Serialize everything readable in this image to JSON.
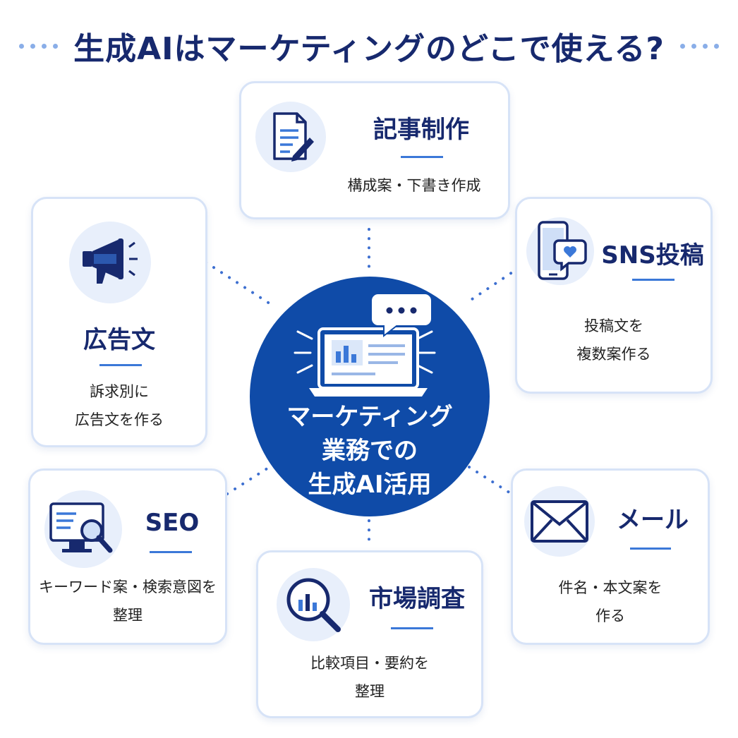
{
  "title": "生成AIはマーケティングのどこで使える?",
  "center": {
    "label": "マーケティング\n業務での\n生成AI活用"
  },
  "cards": {
    "article": {
      "title": "記事制作",
      "desc": "構成案・下書き作成",
      "icon": "document-pencil-icon"
    },
    "sns": {
      "title": "SNS投稿",
      "desc": "投稿文を\n複数案作る",
      "icon": "smartphone-heart-icon"
    },
    "ad": {
      "title": "広告文",
      "desc": "訴求別に\n広告文を作る",
      "icon": "megaphone-icon"
    },
    "seo": {
      "title": "SEO",
      "desc": "キーワード案・検索意図を\n整理",
      "icon": "monitor-magnifier-icon"
    },
    "research": {
      "title": "市場調査",
      "desc": "比較項目・要約を\n整理",
      "icon": "chart-magnifier-icon"
    },
    "mail": {
      "title": "メール",
      "desc": "件名・本文案を\n作る",
      "icon": "envelope-icon"
    }
  },
  "colors": {
    "navy": "#17296e",
    "blue": "#0f4ba8",
    "accent": "#3b78d8",
    "icon_bg": "#e8effb",
    "card_border": "#d7e3f7",
    "dots": "#8aaee8"
  }
}
